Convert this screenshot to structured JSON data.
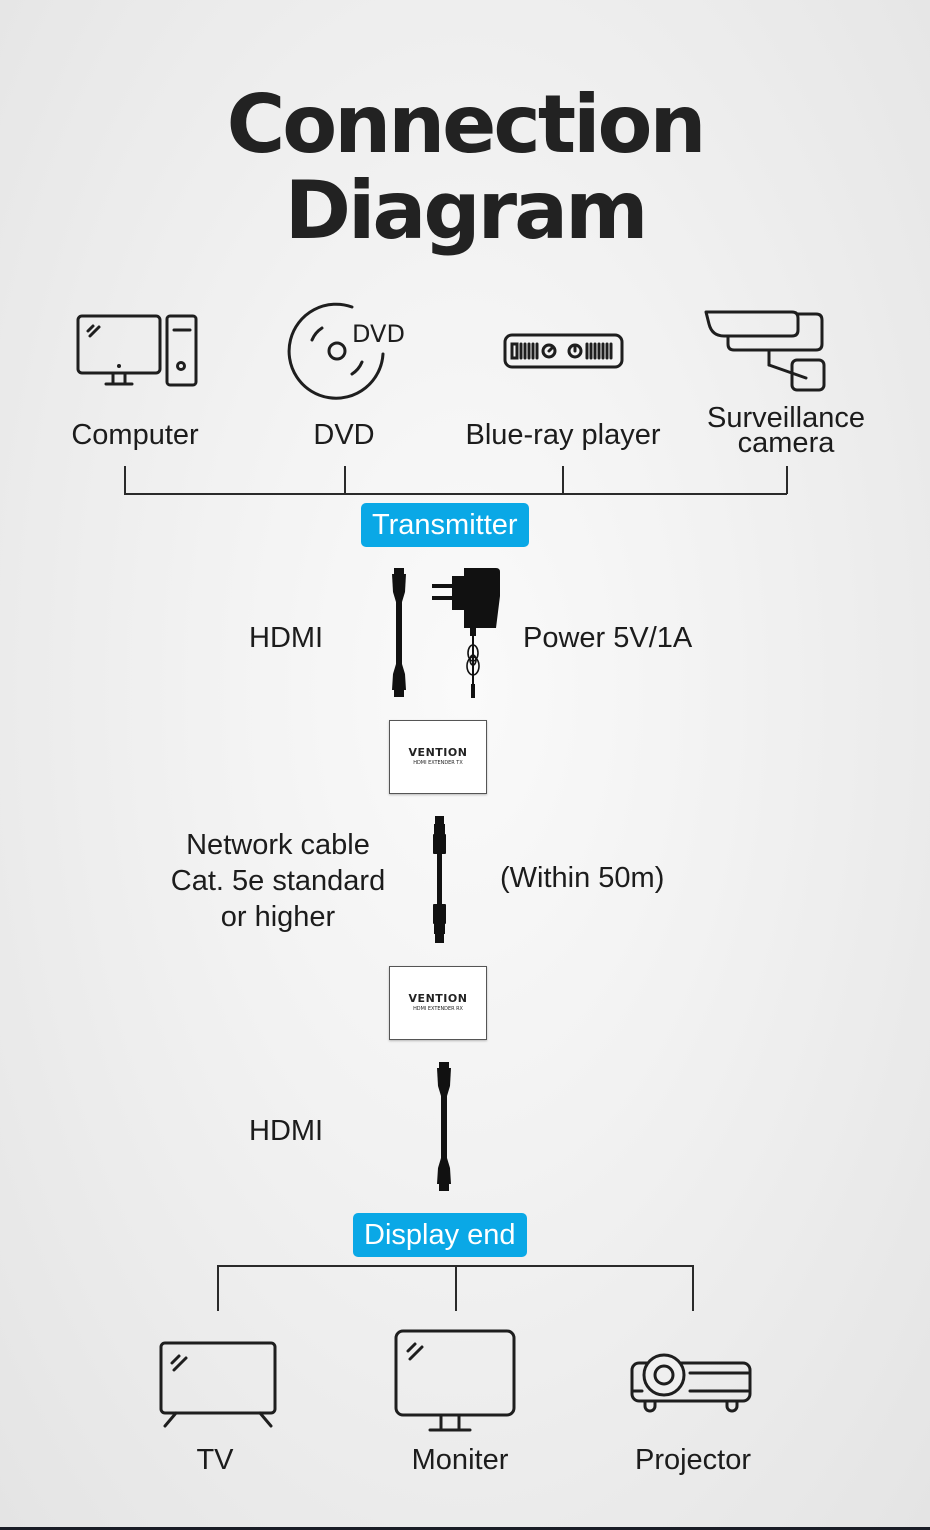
{
  "title": {
    "line1": "Connection",
    "line2": "Diagram"
  },
  "sources": [
    {
      "icon": "computer-icon",
      "label": "Computer"
    },
    {
      "icon": "dvd-icon",
      "label": "DVD",
      "icon_text": "DVD"
    },
    {
      "icon": "blu-ray-player-icon",
      "label": "Blue-ray player"
    },
    {
      "icon": "surveillance-camera-icon",
      "label_line1": "Surveillance",
      "label_line2": "camera"
    }
  ],
  "transmitter_badge": "Transmitter",
  "transmitter_link": {
    "cable_label": "HDMI",
    "power_label": "Power 5V/1A"
  },
  "transmitter_device": {
    "brand": "VENTION",
    "model": "HDMI EXTENDER TX"
  },
  "network_link": {
    "cable_line1": "Network cable",
    "cable_line2": "Cat. 5e standard",
    "cable_line3": "or higher",
    "distance": "(Within 50m)"
  },
  "receiver_device": {
    "brand": "VENTION",
    "model": "HDMI EXTENDER RX"
  },
  "receiver_link": {
    "cable_label": "HDMI"
  },
  "display_badge": "Display end",
  "displays": [
    {
      "icon": "tv-icon",
      "label": "TV"
    },
    {
      "icon": "monitor-icon",
      "label": "Moniter"
    },
    {
      "icon": "projector-icon",
      "label": "Projector"
    }
  ],
  "colors": {
    "accent": "#0aa8e6",
    "text": "#1e1e1e"
  }
}
